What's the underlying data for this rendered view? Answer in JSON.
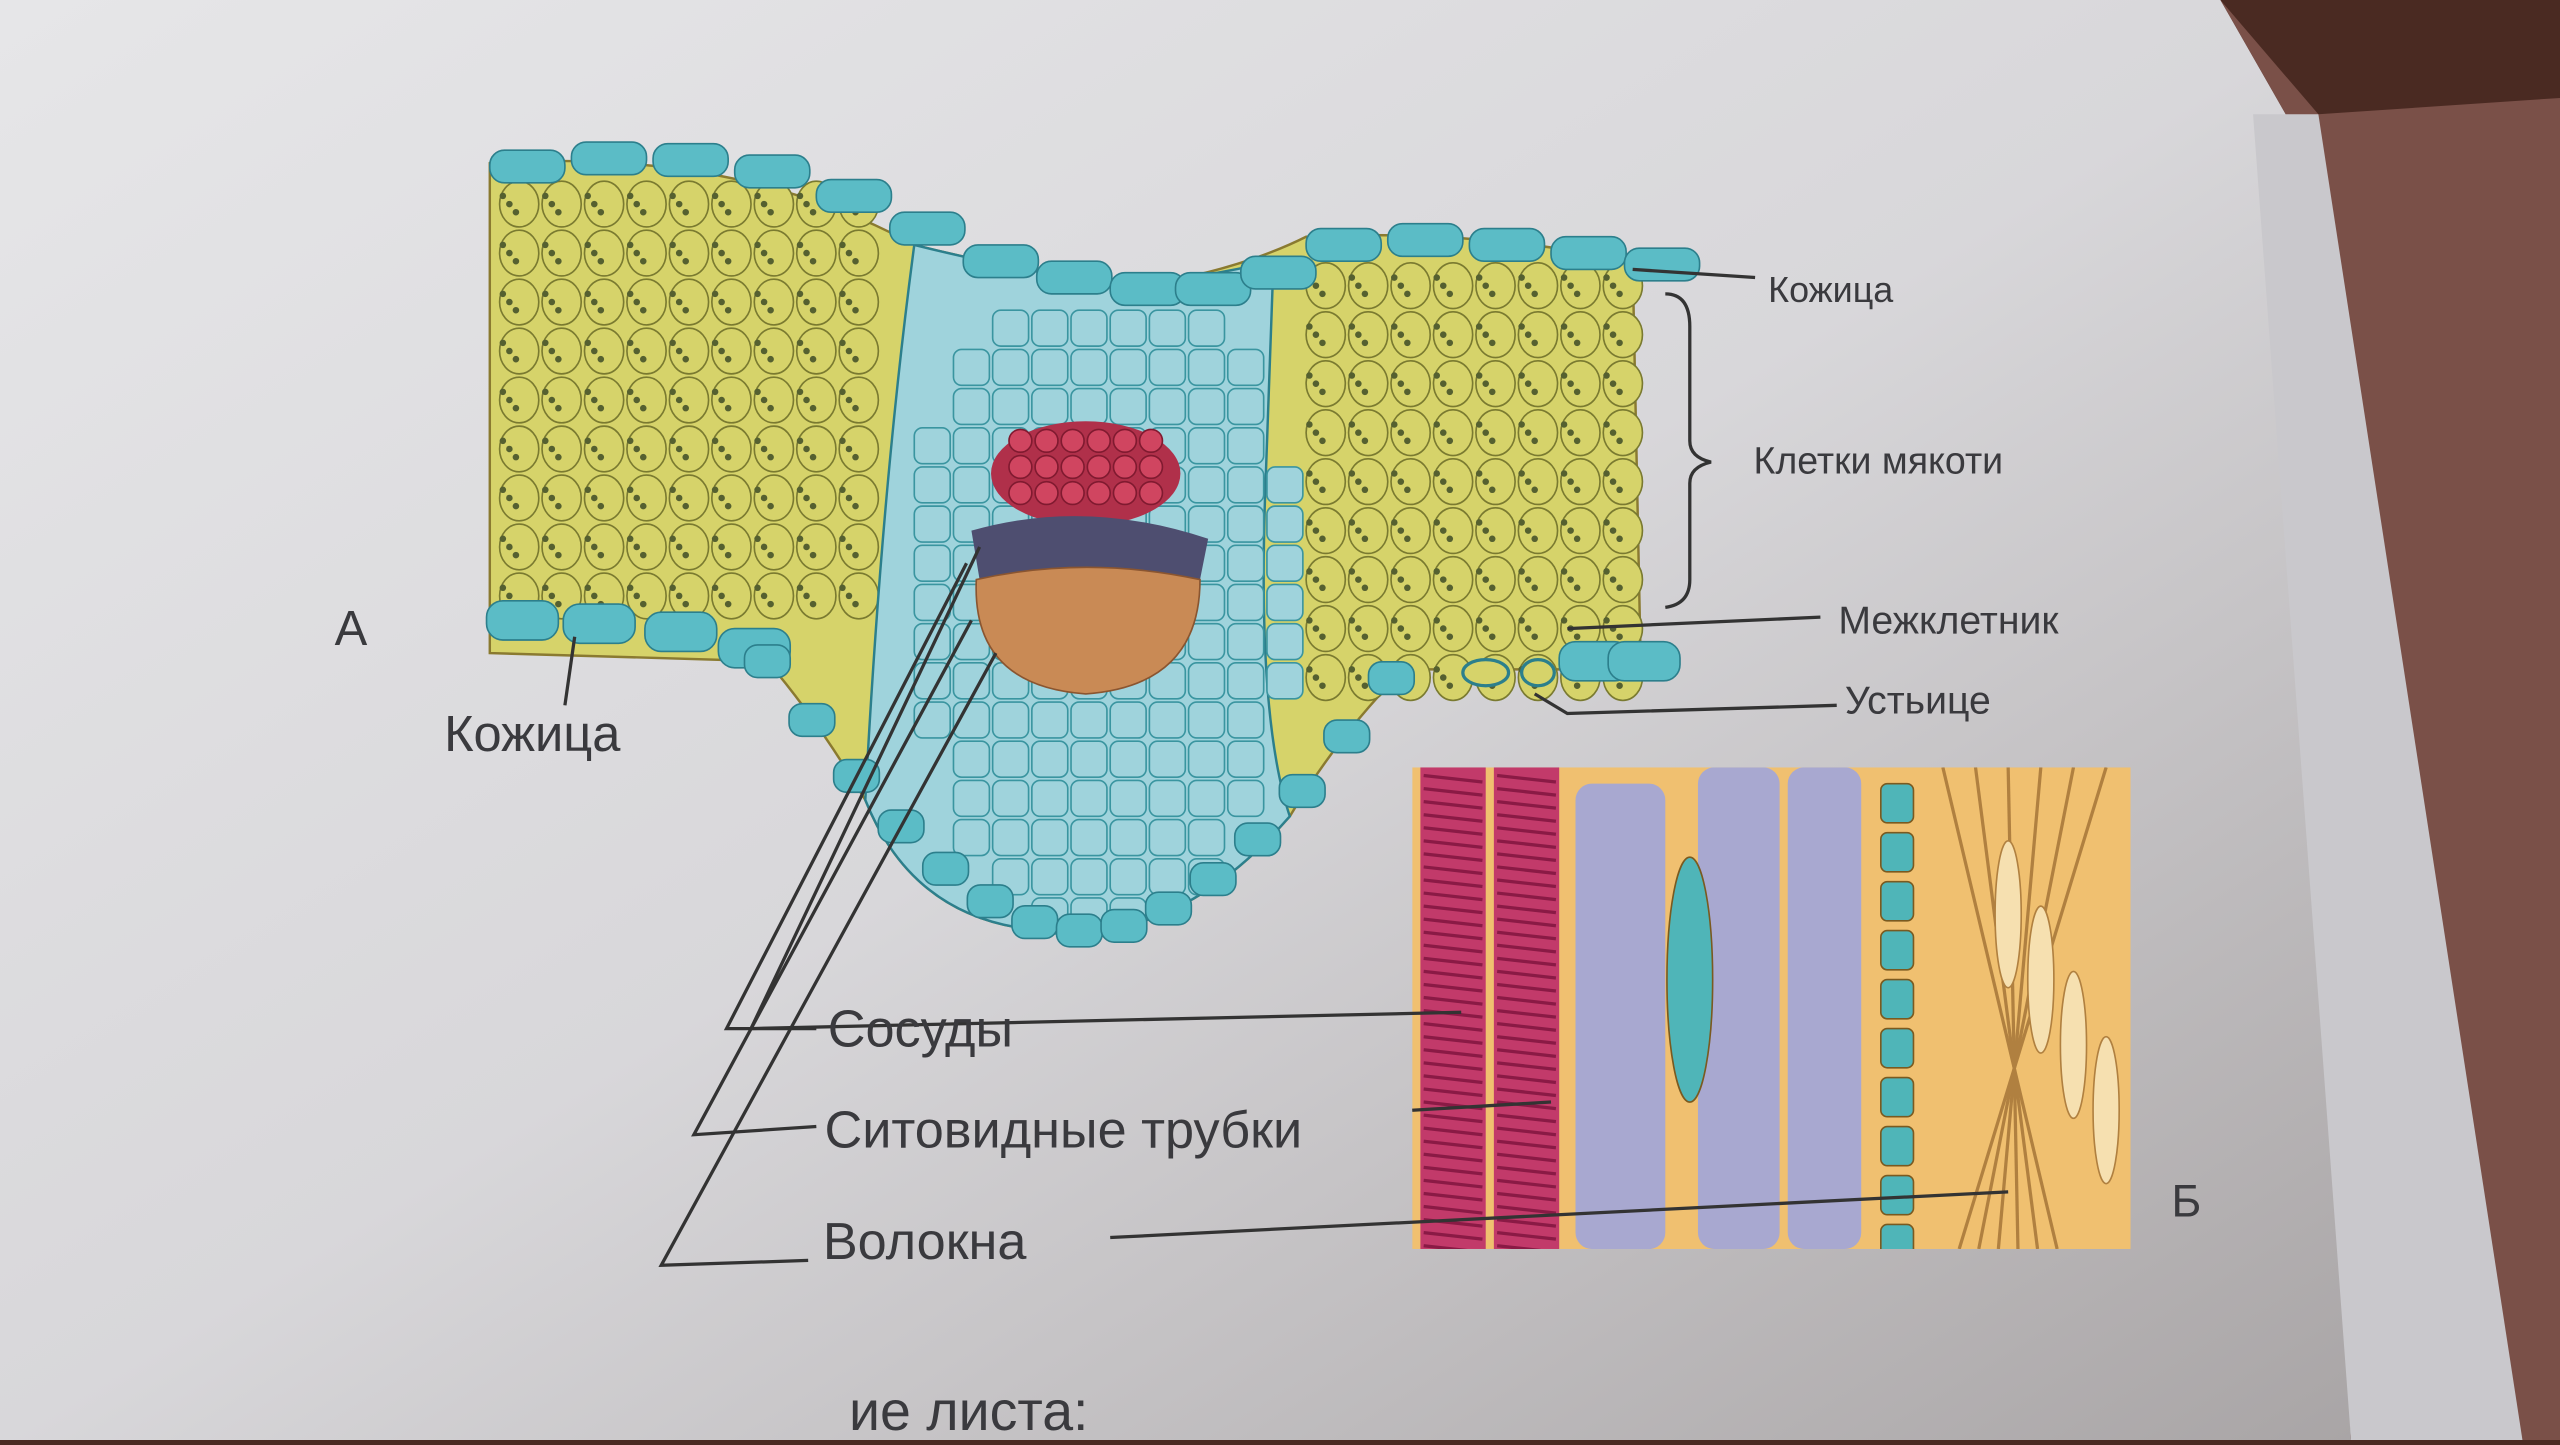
{
  "figure": {
    "panel_a_marker": "А",
    "panel_b_marker": "Б",
    "labels": {
      "epidermis_top": "Кожица",
      "mesophyll": "Клетки мякоти",
      "intercellular_space": "Межклетник",
      "stoma": "Устьице",
      "epidermis_left": "Кожица",
      "vessels": "Сосуды",
      "sieve_tubes": "Ситовидные трубки",
      "fibers": "Волокна"
    }
  },
  "page_text": {
    "bottom_partial_line": "ие листа:"
  },
  "colors": {
    "epidermis": "#5bbcc6",
    "mesophyll": "#d6d36a",
    "midrib": "#9fd3dc",
    "xylem": "#b0304a",
    "phloem": "#c98a55",
    "sieve": "#a8a8d0",
    "fiber": "#f0c070"
  }
}
